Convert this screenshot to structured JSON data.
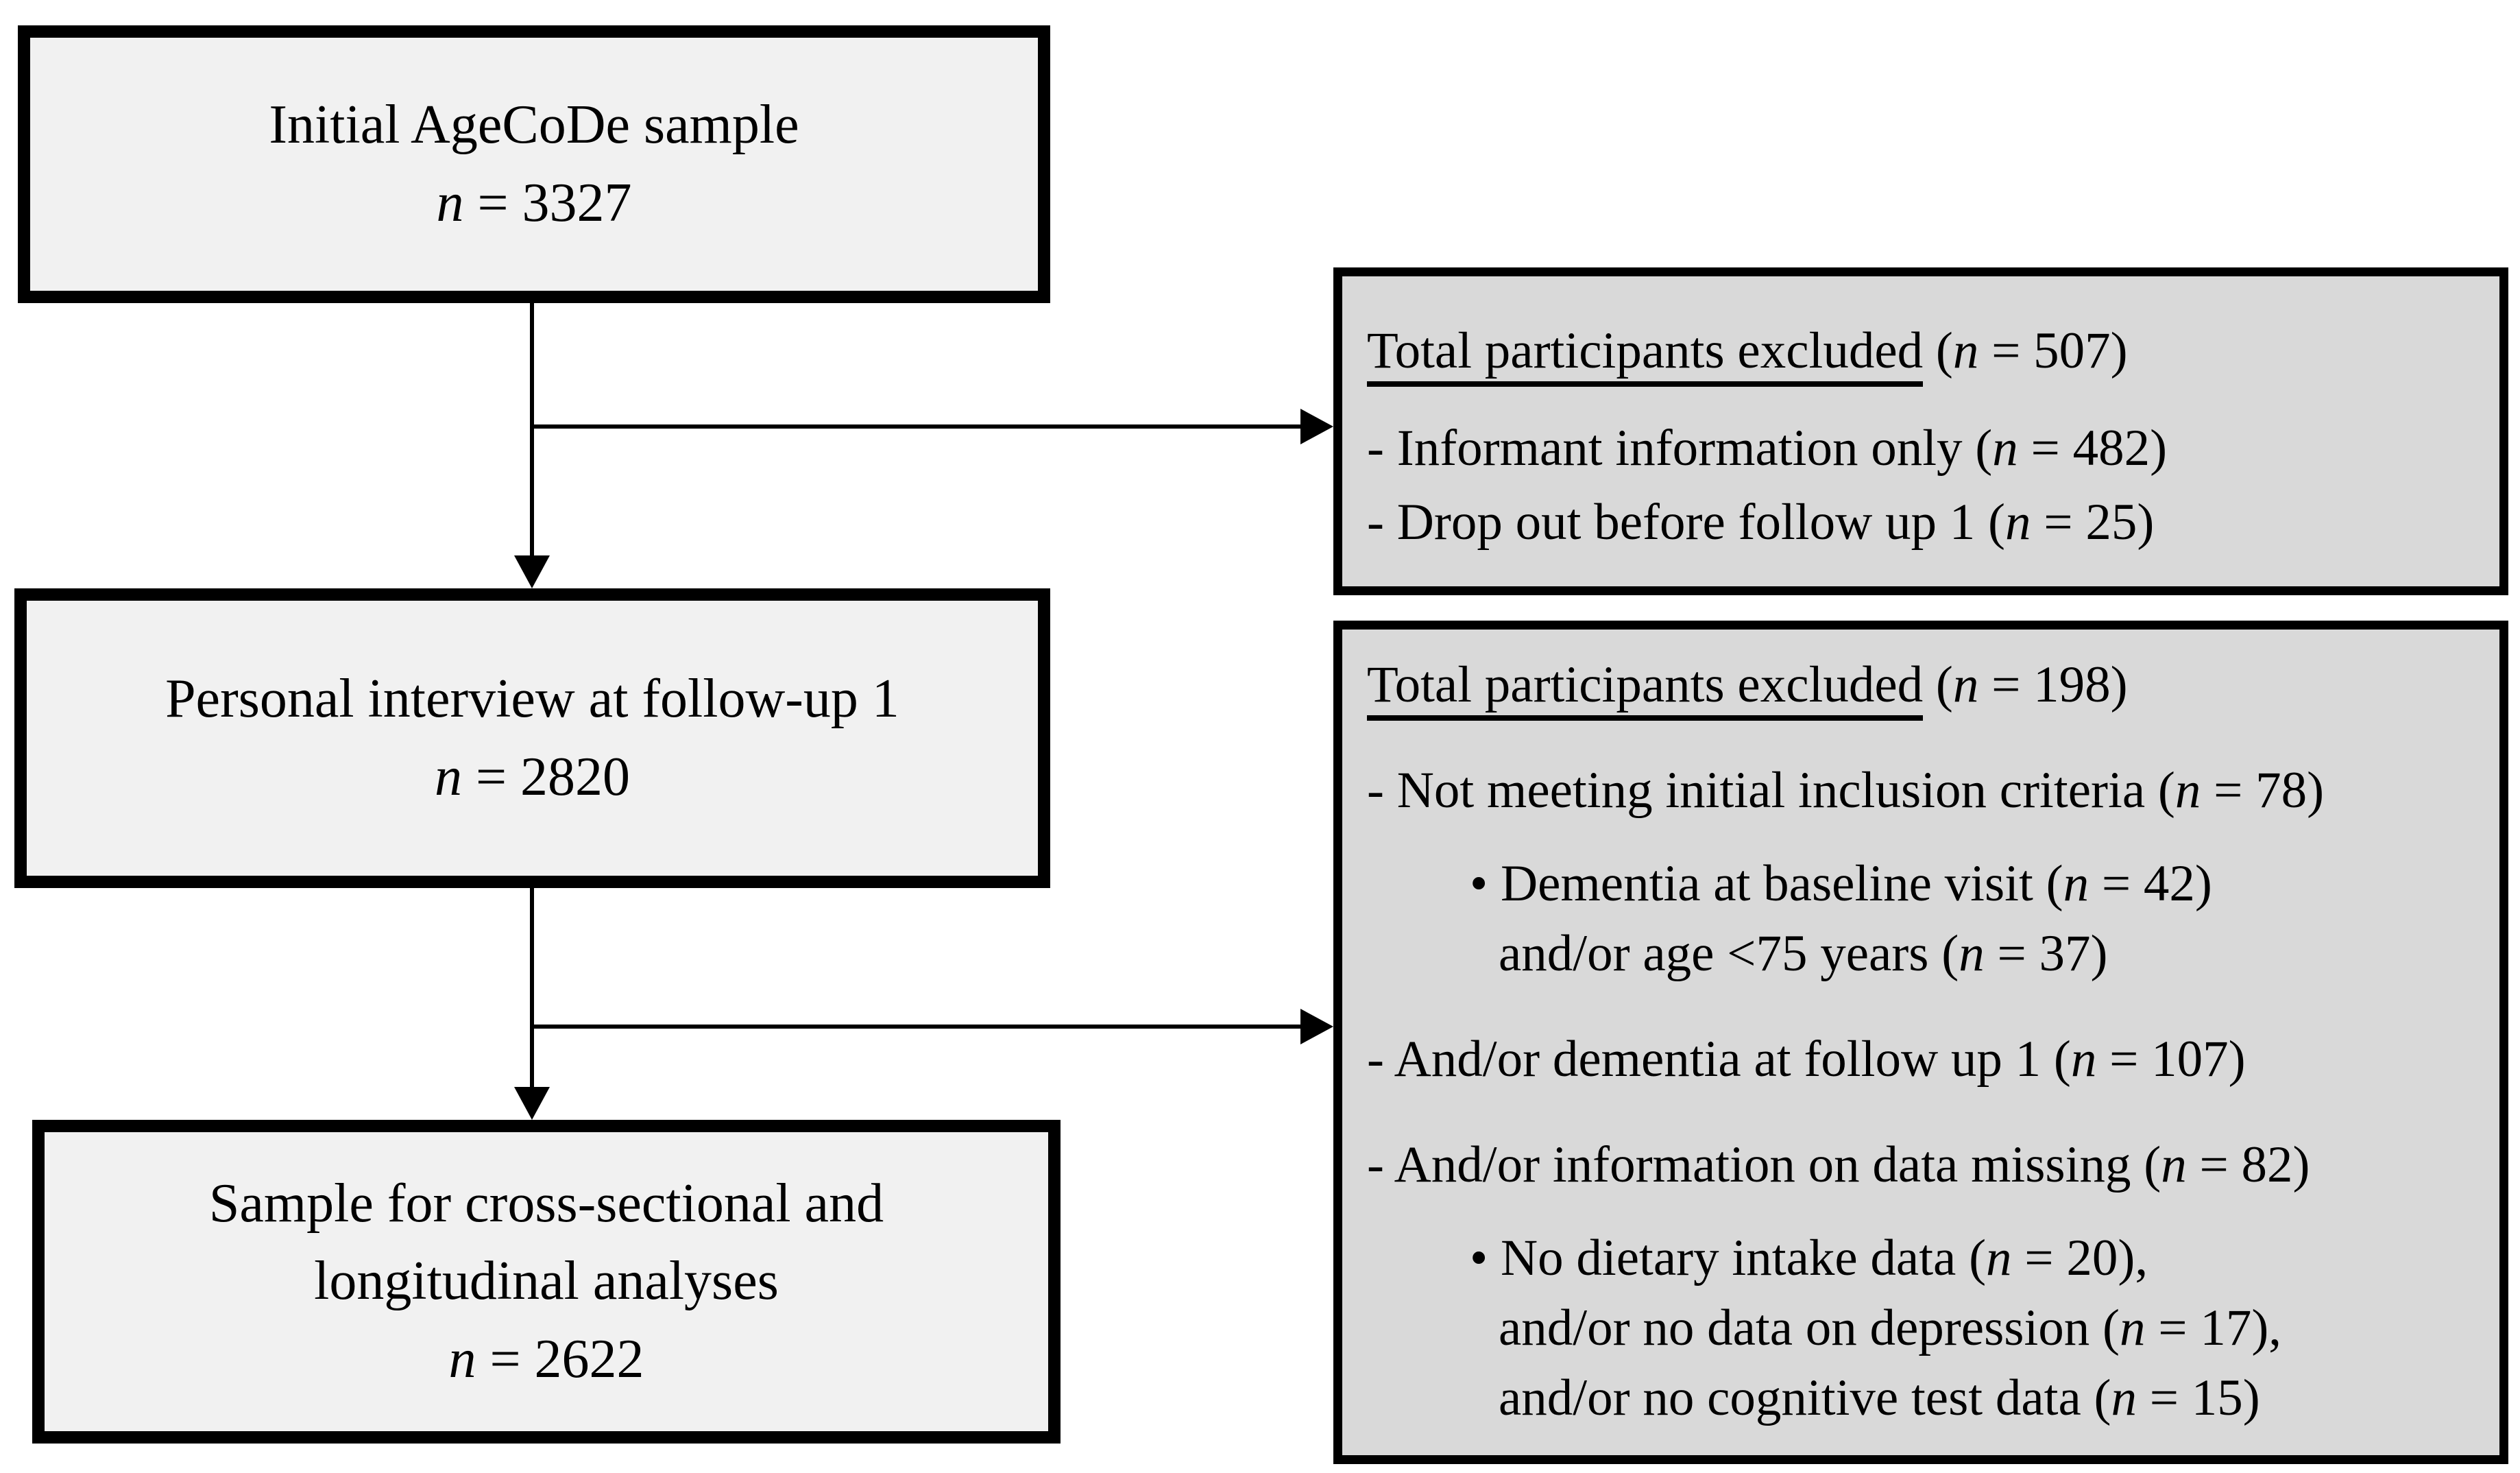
{
  "colors": {
    "background": "#ffffff",
    "left_box_fill": "#f1f1f1",
    "right_box_fill": "#d9d9d9",
    "border": "#000000",
    "text": "#000000"
  },
  "boxes": {
    "initial": {
      "line1": "Initial AgeCoDe sample",
      "n_italic": "n",
      "n_rest": " = 3327"
    },
    "followup": {
      "line1": "Personal interview at follow-up 1",
      "n_italic": "n",
      "n_rest": " = 2820"
    },
    "final": {
      "line1": "Sample for cross-sectional and",
      "line2": "longitudinal analyses",
      "n_italic": "n",
      "n_rest": " = 2622"
    }
  },
  "exclusion_box_1": {
    "heading": {
      "underlined": "Total participants excluded",
      "pre": " (",
      "n": "n",
      "post": " = 507)"
    },
    "items": [
      {
        "pre": "- Informant information only (",
        "n": "n",
        "post": " = 482)"
      },
      {
        "pre": "- Drop out before follow up 1 (",
        "n": "n",
        "post": " = 25)"
      }
    ]
  },
  "exclusion_box_2": {
    "heading": {
      "underlined": "Total participants excluded",
      "pre": " (",
      "n": "n",
      "post": " = 198)"
    },
    "items": [
      {
        "pre": "- Not meeting initial inclusion criteria (",
        "n": "n",
        "post": " = 78)"
      },
      {
        "pre": "• Dementia at baseline visit (",
        "n": "n",
        "post": " = 42)"
      },
      {
        "pre": "and/or age <75 years (",
        "n": "n",
        "post": " = 37)"
      },
      {
        "pre": "- And/or dementia at follow up 1 (",
        "n": "n",
        "post": " = 107)"
      },
      {
        "pre": "- And/or information on data missing (",
        "n": "n",
        "post": " = 82)"
      },
      {
        "pre": "• No dietary intake data (",
        "n": "n",
        "post": " = 20),"
      },
      {
        "pre": "and/or no data on depression (",
        "n": "n",
        "post": " = 17),"
      },
      {
        "pre": "and/or no cognitive test data (",
        "n": "n",
        "post": " = 15)"
      }
    ]
  }
}
